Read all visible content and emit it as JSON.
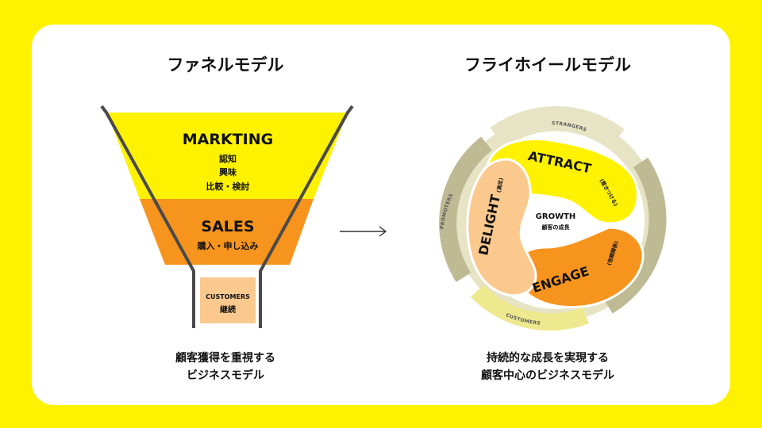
{
  "left_title": "ファネルモデル",
  "right_title": "フライホイールモデル",
  "funnel": {
    "top": {
      "title": "MARKTING",
      "lines": [
        "認知",
        "興味",
        "比較・検討"
      ]
    },
    "middle": {
      "title": "SALES",
      "lines": [
        "購入・申し込み"
      ]
    },
    "bottom": {
      "title": "CUSTOMERS",
      "lines": [
        "継続"
      ]
    },
    "caption": [
      "顧客獲得を重視する",
      "ビジネスモデル"
    ]
  },
  "flywheel": {
    "center_title": "GROWTH",
    "center_sub": "顧客の成長",
    "attract": "ATTRACT",
    "attract_sub": "(惹きつける)",
    "engage": "ENGAGE",
    "engage_sub": "(信頼関係)",
    "delight": "DELIGHT",
    "delight_sub": "(満足)",
    "ring_strangers": "STRANGERS",
    "ring_promoters": "PROMOTERS",
    "ring_customers": "CUSTOMERS",
    "caption": [
      "持続的な成長を実現する",
      "顧客中心のビジネスモデル"
    ]
  },
  "colors": {
    "background": "#FFF200",
    "marketing": "#FFF200",
    "sales": "#F7941D",
    "customers": "#FBC98E",
    "ring_khaki": "#BDBA94",
    "ring_light": "#E6E4C4",
    "ring_yellow": "#EEE98E"
  }
}
